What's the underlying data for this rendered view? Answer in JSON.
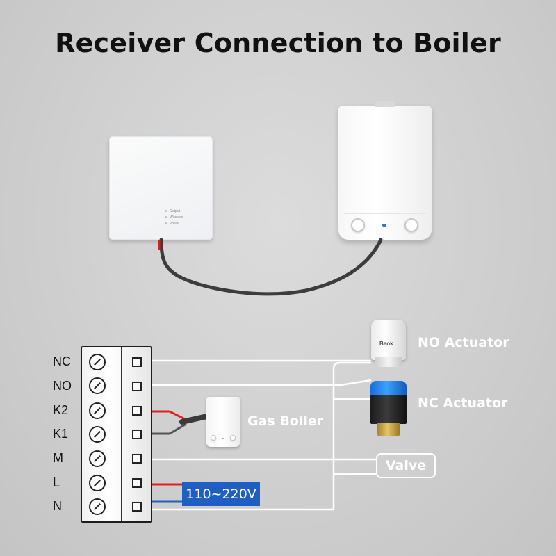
{
  "title": "Receiver Connection to Boiler",
  "receiver": {
    "indicators": [
      "Output",
      "Wireless",
      "Power"
    ]
  },
  "terminal": {
    "pins": [
      "NC",
      "NO",
      "K2",
      "K1",
      "M",
      "L",
      "N"
    ]
  },
  "labels": {
    "no_actuator": "NO Actuator",
    "nc_actuator": "NC Actuator",
    "gas_boiler": "Gas Boiler",
    "valve": "Valve",
    "voltage": "110~220V",
    "actuator_brand": "Beok"
  },
  "colors": {
    "live_wire": "#e02020",
    "neutral_wire": "#1f5fc4",
    "signal_wire": "#ffffff",
    "cable": "#4a4a4a",
    "voltage_box": "#1f5fc4",
    "nc_cap": "#2a8ae8"
  }
}
